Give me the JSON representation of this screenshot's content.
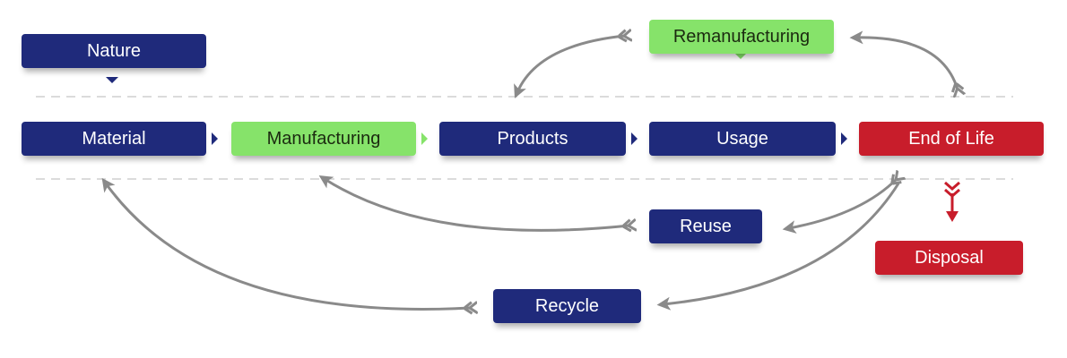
{
  "nodes": {
    "nature": {
      "label": "Nature"
    },
    "material": {
      "label": "Material"
    },
    "manufacturing": {
      "label": "Manufacturing"
    },
    "products": {
      "label": "Products"
    },
    "usage": {
      "label": "Usage"
    },
    "end_of_life": {
      "label": "End of Life"
    },
    "remanufacturing": {
      "label": "Remanufacturing"
    },
    "reuse": {
      "label": "Reuse"
    },
    "recycle": {
      "label": "Recycle"
    },
    "disposal": {
      "label": "Disposal"
    }
  },
  "colors": {
    "navy": "#1f2a7b",
    "green": "#86e36a",
    "red": "#c81d2b",
    "arrow_gray": "#8a8a8a",
    "dashed_line": "#cfcfcf"
  }
}
